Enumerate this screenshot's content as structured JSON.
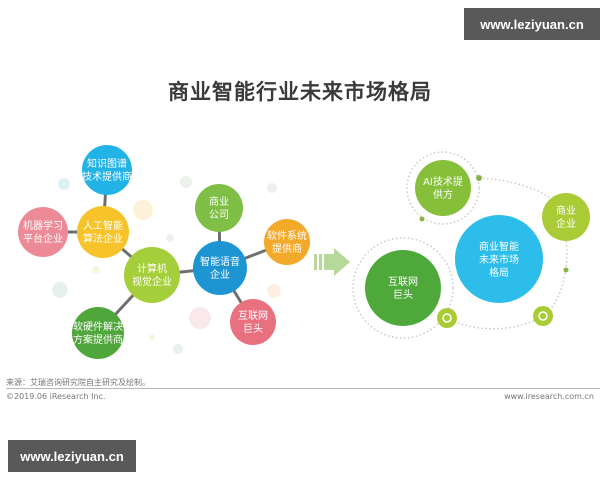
{
  "watermark": {
    "top": "www.leziyuan.cn",
    "bottom": "www.leziyuan.cn"
  },
  "title": "商业智能行业未来市场格局",
  "left_diagram": {
    "nodes": [
      {
        "id": "kg",
        "lines": [
          "知识图谱",
          "技术提供商"
        ],
        "color": "#22b3e6"
      },
      {
        "id": "ml",
        "lines": [
          "机器学习",
          "平台企业"
        ],
        "color": "#ec8b97"
      },
      {
        "id": "ai",
        "lines": [
          "人工智能",
          "算法企业"
        ],
        "color": "#f6c42a"
      },
      {
        "id": "cv",
        "lines": [
          "计算机",
          "视觉企业"
        ],
        "color": "#a5cf3a"
      },
      {
        "id": "hw",
        "lines": [
          "软硬件解决",
          "方案提供商"
        ],
        "color": "#4fa63a"
      },
      {
        "id": "voice",
        "lines": [
          "智能语音",
          "企业"
        ],
        "color": "#1d95d3"
      },
      {
        "id": "biz",
        "lines": [
          "商业",
          "公司"
        ],
        "color": "#7fbf45"
      },
      {
        "id": "sw",
        "lines": [
          "软件系统",
          "提供商"
        ],
        "color": "#f3a92a"
      },
      {
        "id": "web",
        "lines": [
          "互联网",
          "巨头"
        ],
        "color": "#e8707f"
      }
    ]
  },
  "right_diagram": {
    "nodes": [
      {
        "id": "ai_provider",
        "lines": [
          "AI技术提",
          "供方"
        ],
        "color": "#86bf3a"
      },
      {
        "id": "biz_enterprise",
        "lines": [
          "商业",
          "企业"
        ],
        "color": "#a9cc36"
      },
      {
        "id": "center",
        "lines": [
          "商业智能",
          "未来市场",
          "格局"
        ],
        "color": "#2dbdea"
      },
      {
        "id": "web_giant",
        "lines": [
          "互联网",
          "巨头"
        ],
        "color": "#4ea83a"
      }
    ]
  },
  "footer": {
    "source": "来源：艾瑞咨询研究院自主研究及绘制。",
    "copyright": "©2019.06 iResearch Inc.",
    "site": "www.iresearch.com.cn"
  }
}
